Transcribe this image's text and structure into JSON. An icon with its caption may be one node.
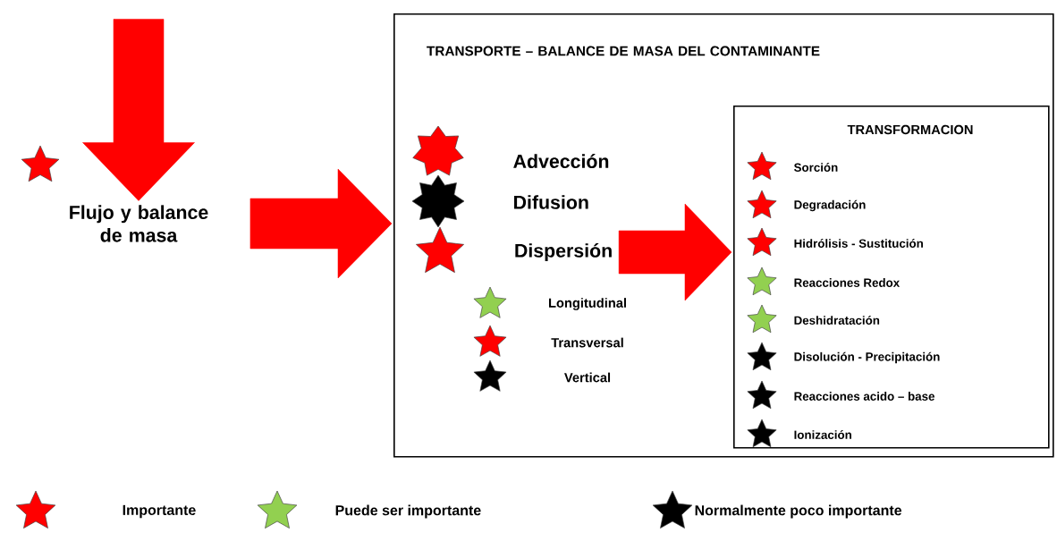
{
  "diagram": {
    "nodes": [
      {
        "text": [
          "Flujo y balance de masa"
        ]
      },
      {
        "text": [
          "TRANSPORTE – BALANCE DE MASA DEL CONTAMINANTE"
        ]
      },
      {
        "text": [
          "Dispersión"
        ],
        "in": 1
      },
      {
        "text": [
          "TRANSFORMACION"
        ],
        "in": 1
      }
    ],
    "edges": [
      {
        "from": null,
        "to": 0,
        "arrow": "to"
      },
      {
        "from": 0,
        "to": 1,
        "arrow": "to"
      },
      {
        "from": 2,
        "to": 3,
        "arrow": "to"
      }
    ],
    "labels": [
      "Advección",
      "Difusion",
      "Longitudinal",
      "Transversal",
      "Vertical",
      "Sorción",
      "Degradación",
      "Hidrólisis - Sustitución",
      "Reacciones Redox",
      "Deshidratación",
      "Disolución - Precipitación",
      "Reacciones acido – base",
      "Ionización"
    ],
    "legend": [
      {
        "text": "Importante",
        "color": "#ff0000"
      },
      {
        "text": "Puede ser importante",
        "color": "#92d050"
      },
      {
        "text": "Normalmente poco importante",
        "color": "#000000"
      }
    ]
  }
}
